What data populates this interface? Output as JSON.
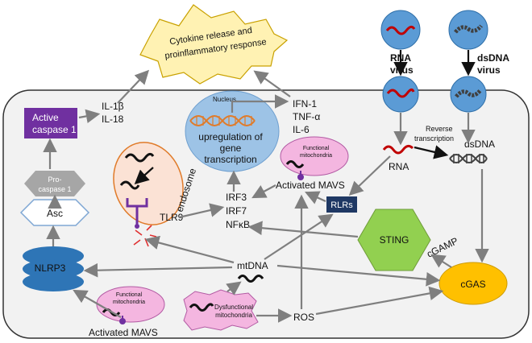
{
  "burst": {
    "line1": "Cytokine release and",
    "line2": "proinflammatory response"
  },
  "caspase": {
    "line1": "Active",
    "line2": "caspase 1"
  },
  "cytokines_left": {
    "line1": "IL-1β",
    "line2": "IL-18"
  },
  "nucleus": {
    "title": "Nucleus",
    "line1": "upregulation of",
    "line2": "gene",
    "line3": "transcription"
  },
  "cytokines_right": {
    "line1": "IFN-1",
    "line2": "TNF-α",
    "line3": "IL-6"
  },
  "rna_virus": {
    "line1": "RNA",
    "line2": "virus"
  },
  "dsdna_virus": {
    "line1": "dsDNA",
    "line2": "virus"
  },
  "reverse_transcription": {
    "line1": "Reverse",
    "line2": "transcription"
  },
  "rna_label": "RNA",
  "dsdna_label": "dsDNA",
  "procaspase": {
    "line1": "Pro-",
    "line2": "caspase 1"
  },
  "asc": "Asc",
  "endosome": "endosome",
  "tlr9": "TLR9",
  "irf": {
    "line1": "IRF3",
    "line2": "IRF7",
    "line3": "NFκB"
  },
  "functional_mito_top": {
    "line1": "Functional",
    "line2": "mitochondria"
  },
  "activated_mavs_top": "Activated MAVS",
  "rlrs": "RLRs",
  "sting": "STING",
  "cgamp": "cGAMP",
  "cgas": "cGAS",
  "nlrp3": "NLRP3",
  "mtdna": "mtDNA",
  "functional_mito_bottom": {
    "line1": "Functional",
    "line2": "mitochondria"
  },
  "activated_mavs_bottom": "Activated MAVS",
  "dysfunctional_mito": {
    "line1": "Dysfunctional",
    "line2": "mitochondria"
  },
  "ros": "ROS",
  "colors": {
    "cell": "#f2f2f2",
    "virus": "#5b9bd5",
    "caspase": "#7030a0",
    "burst": "#fff2b3",
    "endosome": "#fbe2d5",
    "sting": "#92d050",
    "cgas": "#ffc000",
    "mito": "#f4b6e0",
    "dna": "#e07b2a",
    "rna": "#c00000"
  }
}
